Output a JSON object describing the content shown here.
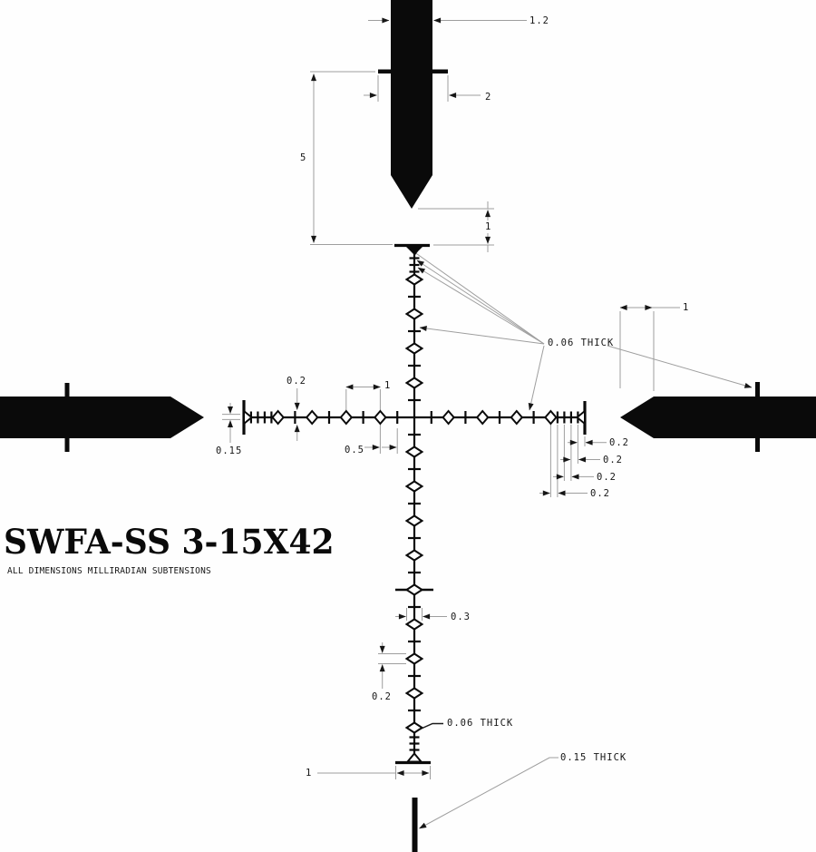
{
  "title": "SWFA-SS 3-15X42",
  "subtitle": "ALL DIMENSIONS MILLIRADIAN SUBTENSIONS",
  "colors": {
    "ink": "#0a0a0a",
    "dim_line": "#9e9e9e",
    "background": "#fefefe"
  },
  "labels": {
    "top_post_width": "1.2",
    "top_post_bar_width": "2",
    "top_post_length": "5",
    "top_tip_gap": "1",
    "thin_stroke_callout": "0.06 THICK",
    "right_post_taper": "1",
    "left_arm_tick_height": "0.2",
    "arm_mil_spacing": "1",
    "left_cap_thickness": "0.15",
    "arm_half_mil_spacing": "0.5",
    "right_fine_gap_1": "0.2",
    "right_fine_gap_2": "0.2",
    "right_fine_gap_3": "0.2",
    "right_fine_gap_4": "0.2",
    "lower_diamond_width": "0.3",
    "lower_diamond_height": "0.2",
    "lower_stroke_callout": "0.06 THICK",
    "bottom_bar_width": "1",
    "bottom_post_callout": "0.15 THICK"
  }
}
